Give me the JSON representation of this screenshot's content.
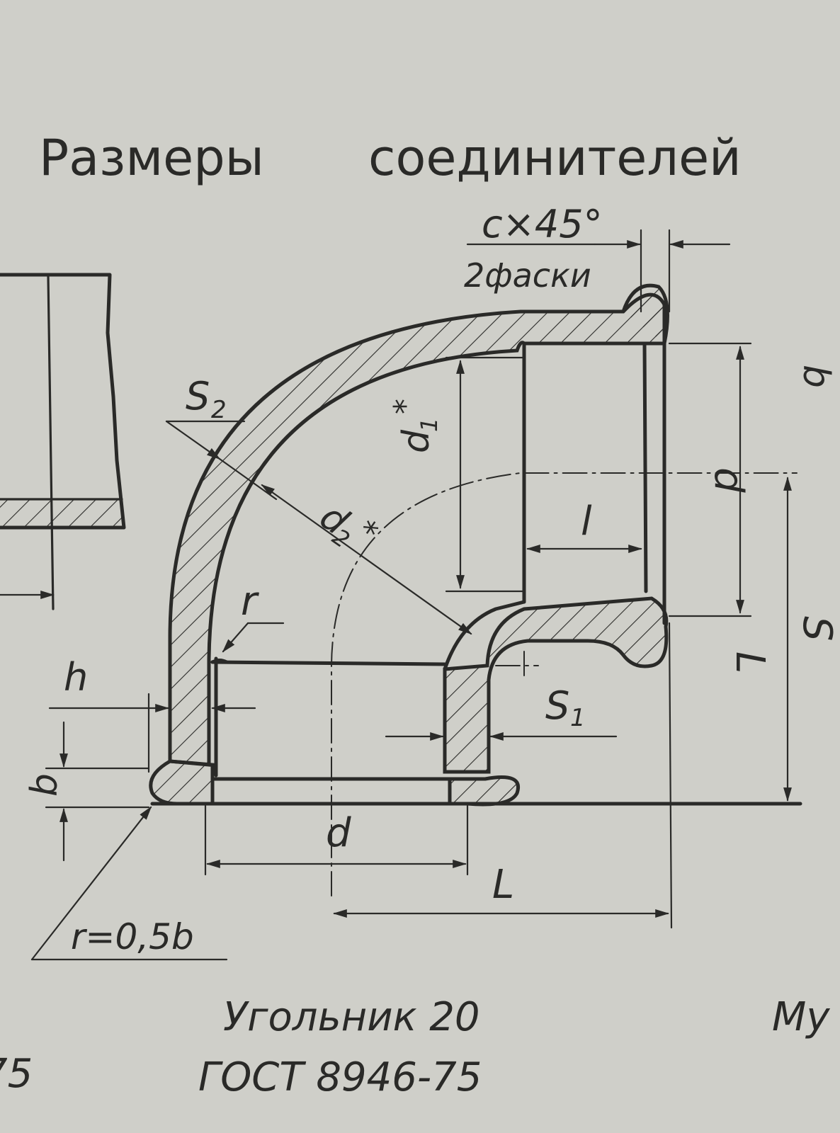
{
  "heading": {
    "word1": "Размеры",
    "word2": "соединителей"
  },
  "labels": {
    "chamfer": "c×45°",
    "chamfer_note": "2фаски",
    "s2": "S",
    "s2_sub": "2",
    "d2": "d",
    "d2_sub": "2",
    "d2_star": "*",
    "d1": "d",
    "d1_sub": "1",
    "d1_star": "*",
    "d_right": "d",
    "l_small": "l",
    "r_inner": "r",
    "h": "h",
    "b": "b",
    "s1": "S",
    "s1_sub": "1",
    "d_bottom": "d",
    "L_bottom": "L",
    "L_right": "L",
    "r_outer": "r=0,5b",
    "s_right_edge": "S",
    "b_right_edge": "b"
  },
  "caption": {
    "name": "Угольник 20",
    "standard": "ГОСТ 8946-75",
    "left_fragment": "75",
    "right_fragment": "Му"
  },
  "colors": {
    "paper": "#cfcfc9",
    "ink": "#2a2a28"
  }
}
